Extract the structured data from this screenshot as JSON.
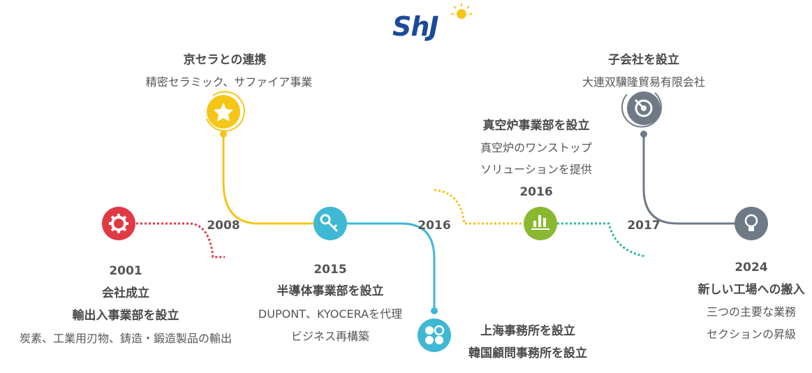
{
  "logo": {
    "text": "ShJ"
  },
  "colors": {
    "red": "#e03a44",
    "yellow": "#f5c518",
    "cyan": "#3fb8d4",
    "green": "#8ab831",
    "teal": "#2cb89a",
    "gray": "#6f7a86"
  },
  "years": {
    "y2008": "2008",
    "y2016a": "2016",
    "y2016b": "2016",
    "y2017": "2017"
  },
  "events": {
    "e2001": {
      "year": "2001",
      "title": "会社成立",
      "subtitle": "輸出入事業部を設立",
      "detail": "炭素、工業用刃物、鋳造・鍛造製品の輸出",
      "icon": "gear-icon"
    },
    "kyocera": {
      "title": "京セラとの連携",
      "detail": "精密セラミック、サファイア事業",
      "icon": "star-icon"
    },
    "e2015": {
      "year": "2015",
      "title": "半導体事業部を設立",
      "detail1": "DUPONT、KYOCERAを代理",
      "detail2": "ビジネス再構築",
      "icon": "key-icon"
    },
    "shanghai": {
      "title1": "上海事務所を設立",
      "title2": "韓国顧問事務所を設立",
      "icon": "clover-icon"
    },
    "vacuum": {
      "title": "真空炉事業部を設立",
      "detail1": "真空炉のワンストップ",
      "detail2": "ソリューションを提供",
      "year": "2016",
      "icon": "bar-chart-icon"
    },
    "subsidiary": {
      "title": "子会社を設立",
      "detail": "大連双驥隆貿易有限会社",
      "icon": "target-icon"
    },
    "e2024": {
      "year": "2024",
      "title": "新しい工場への搬入",
      "detail1": "三つの主要な業務",
      "detail2": "セクションの昇級",
      "icon": "lightbulb-icon"
    }
  }
}
